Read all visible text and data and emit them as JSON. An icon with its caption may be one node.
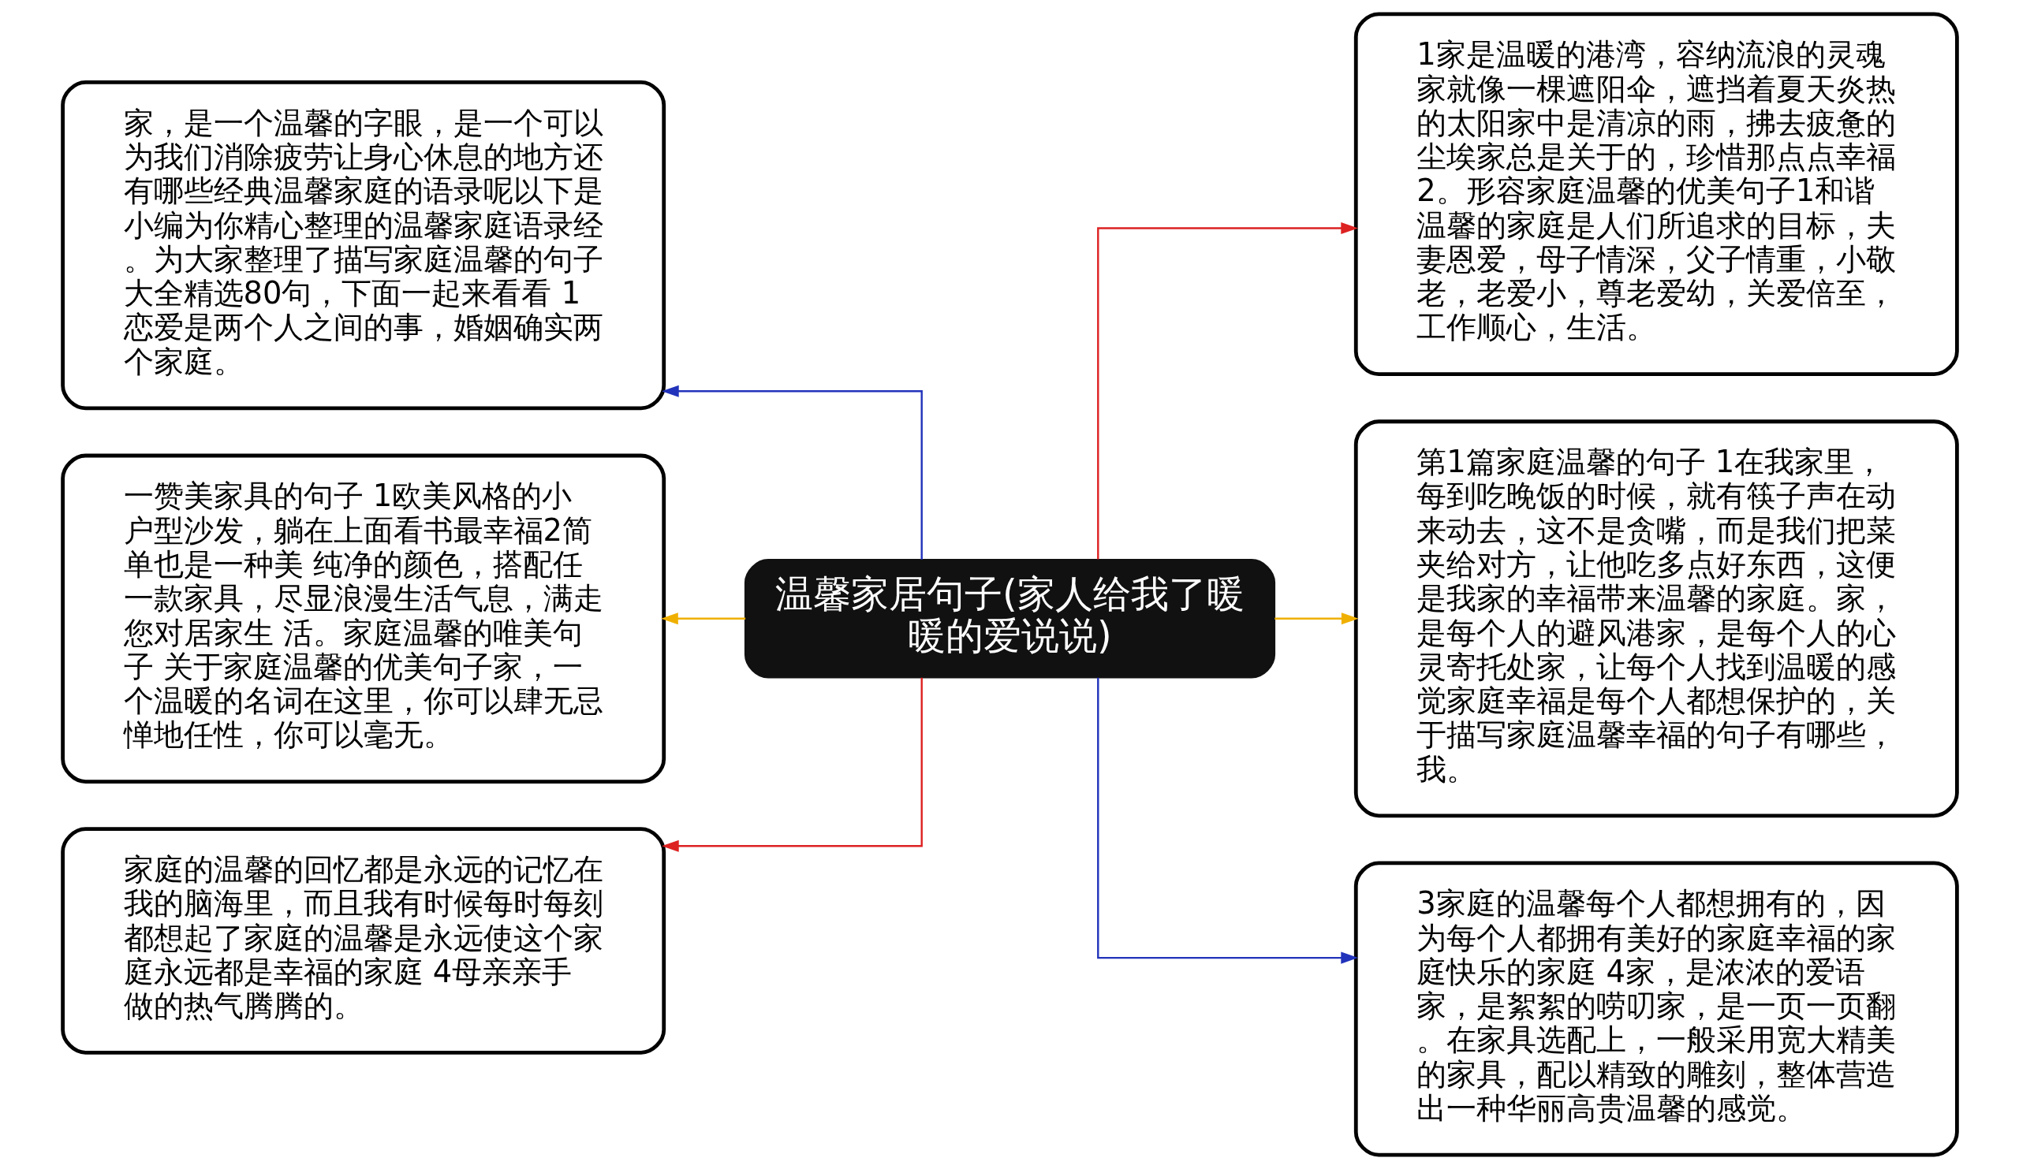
{
  "diagram": {
    "nodes": [
      {
        "text": [
          "温馨家居句子(家人给我了暖暖的爱说说)"
        ]
      },
      {
        "text": [
          "家，是一个温馨的字眼，是一个可以为我们消除疲劳让身心休息的地方还有哪些经典温馨家庭的语录呢以下是小编为你精心整理的温馨家庭语录经。为大家整理了描写家庭温馨的句子大全精选80句，下面一起来看看 1恋爱是两个人之间的事，婚姻确实两个家庭。"
        ]
      },
      {
        "text": [
          "一赞美家具的句子 1欧美风格的小户型沙发，躺在上面看书最幸福2简单也是一种美 纯净的颜色，搭配任一款家具，尽显浪漫生活气息，满走您对居家生 活。家庭温馨的唯美句子 关于家庭温馨的优美句子家，一个温暖的名词在这里，你可以肆无忌惮地任性，你可以毫无。"
        ]
      },
      {
        "text": [
          "家庭的温馨的回忆都是永远的记忆在我的脑海里，而且我有时候每时每刻都想起了家庭的温馨是永远使这个家庭永远都是幸福的家庭 4母亲亲手做的热气腾腾的。"
        ]
      },
      {
        "text": [
          "1家是温暖的港湾，容纳流浪的灵魂家就像一棵遮阳伞，遮挡着夏天炎热的太阳家中是清凉的雨，拂去疲惫的尘埃家总是关于的，珍惜那点点幸福2。形容家庭温馨的优美句子1和谐温馨的家庭是人们所追求的目标，夫妻恩爱，母子情深，父子情重，小敬老，老爱小，尊老爱幼，关爱倍至，工作顺心，生活。"
        ]
      },
      {
        "text": [
          "第1篇家庭温馨的句子 1在我家里，每到吃晚饭的时候，就有筷子声在动来动去，这不是贪嘴，而是我们把菜夹给对方，让他吃多点好东西，这便是我家的幸福带来温馨的家庭。家，是每个人的避风港家，是每个人的心灵寄托处家，让每个人找到温暖的感觉家庭幸福是每个人都想保护的，关于描写家庭温馨幸福的句子有哪些，我。"
        ]
      },
      {
        "text": [
          "3家庭的温馨每个人都想拥有的，因为每个人都拥有美好的家庭幸福的家庭快乐的家庭 4家，是浓浓的爱语家，是絮絮的唠叨家，是一页一页翻。在家具选配上，一般采用宽大精美的家具，配以精致的雕刻，整体营造出一种华丽高贵温馨的感觉。"
        ]
      }
    ],
    "edges": [
      {
        "from": 0,
        "to": 1,
        "arrow": "to",
        "color": "#2233bb"
      },
      {
        "from": 0,
        "to": 2,
        "arrow": "to",
        "color": "#f0b000"
      },
      {
        "from": 0,
        "to": 3,
        "arrow": "to",
        "color": "#dd2222"
      },
      {
        "from": 0,
        "to": 4,
        "arrow": "to",
        "color": "#dd2222"
      },
      {
        "from": 0,
        "to": 5,
        "arrow": "to",
        "color": "#f0b000"
      },
      {
        "from": 0,
        "to": 6,
        "arrow": "to",
        "color": "#2233bb"
      }
    ]
  }
}
